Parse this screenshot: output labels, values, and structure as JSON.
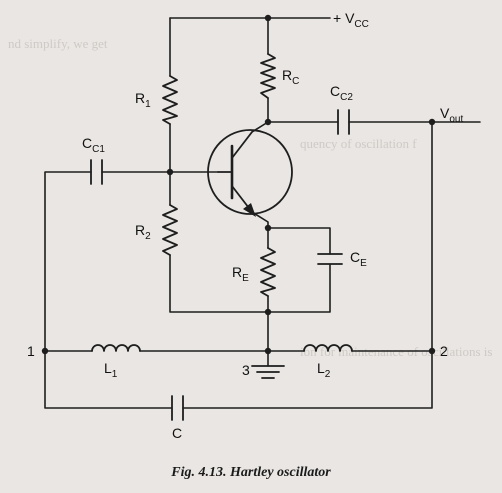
{
  "figure": {
    "caption": "Fig. 4.13. Hartley oscillator"
  },
  "labels": {
    "vcc": {
      "main": "+ V",
      "sub": "CC"
    },
    "vout": {
      "main": "V",
      "sub": "out"
    },
    "r1": {
      "main": "R",
      "sub": "1"
    },
    "r2": {
      "main": "R",
      "sub": "2"
    },
    "rc": {
      "main": "R",
      "sub": "C"
    },
    "re": {
      "main": "R",
      "sub": "E"
    },
    "cc1": {
      "main": "C",
      "sub": "C1"
    },
    "cc2": {
      "main": "C",
      "sub": "C2"
    },
    "ce": {
      "main": "C",
      "sub": "E"
    },
    "l1": {
      "main": "L",
      "sub": "1"
    },
    "l2": {
      "main": "L",
      "sub": "2"
    },
    "c": {
      "main": "C",
      "sub": ""
    },
    "node1": "1",
    "node2": "2",
    "node3": "3"
  },
  "bleed_through_text": [
    "nd simplify, we get",
    "quency of oscillation f",
    "ion for maintenance of oscillations is"
  ]
}
